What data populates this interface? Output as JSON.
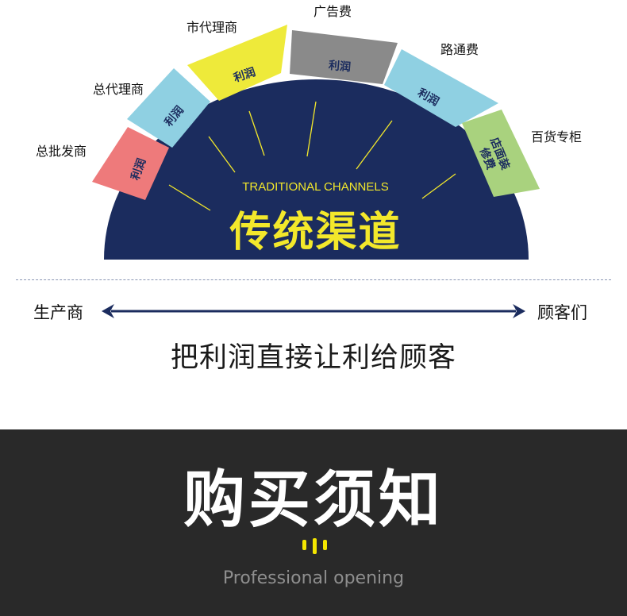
{
  "diagram": {
    "center_subtitle": "TRADITIONAL CHANNELS",
    "center_title": "传统渠道",
    "segments": [
      {
        "label": "总批发商",
        "inner_text": "利润",
        "color": "#ee7a7b"
      },
      {
        "label": "总代理商",
        "inner_text": "利润",
        "color": "#8fd0e2"
      },
      {
        "label": "市代理商",
        "inner_text": "利润",
        "color": "#eeea3a"
      },
      {
        "label": "广告费",
        "inner_text": "利润",
        "color": "#8a8a8a"
      },
      {
        "label": "路通费",
        "inner_text": "利润",
        "color": "#8fd0e2"
      },
      {
        "label": "百货专柜",
        "inner_text_line1": "店面装",
        "inner_text_line2": "修费",
        "color": "#a9d27e"
      }
    ],
    "colors": {
      "navy": "#1b2c5e",
      "accent_yellow": "#f3e82b"
    }
  },
  "flow": {
    "left_label": "生产商",
    "right_label": "顾客们",
    "tagline": "把利润直接让利给顾客"
  },
  "section": {
    "title": "购买须知",
    "subtitle": "Professional opening",
    "background": "#292929",
    "accent": "#f4e600"
  }
}
